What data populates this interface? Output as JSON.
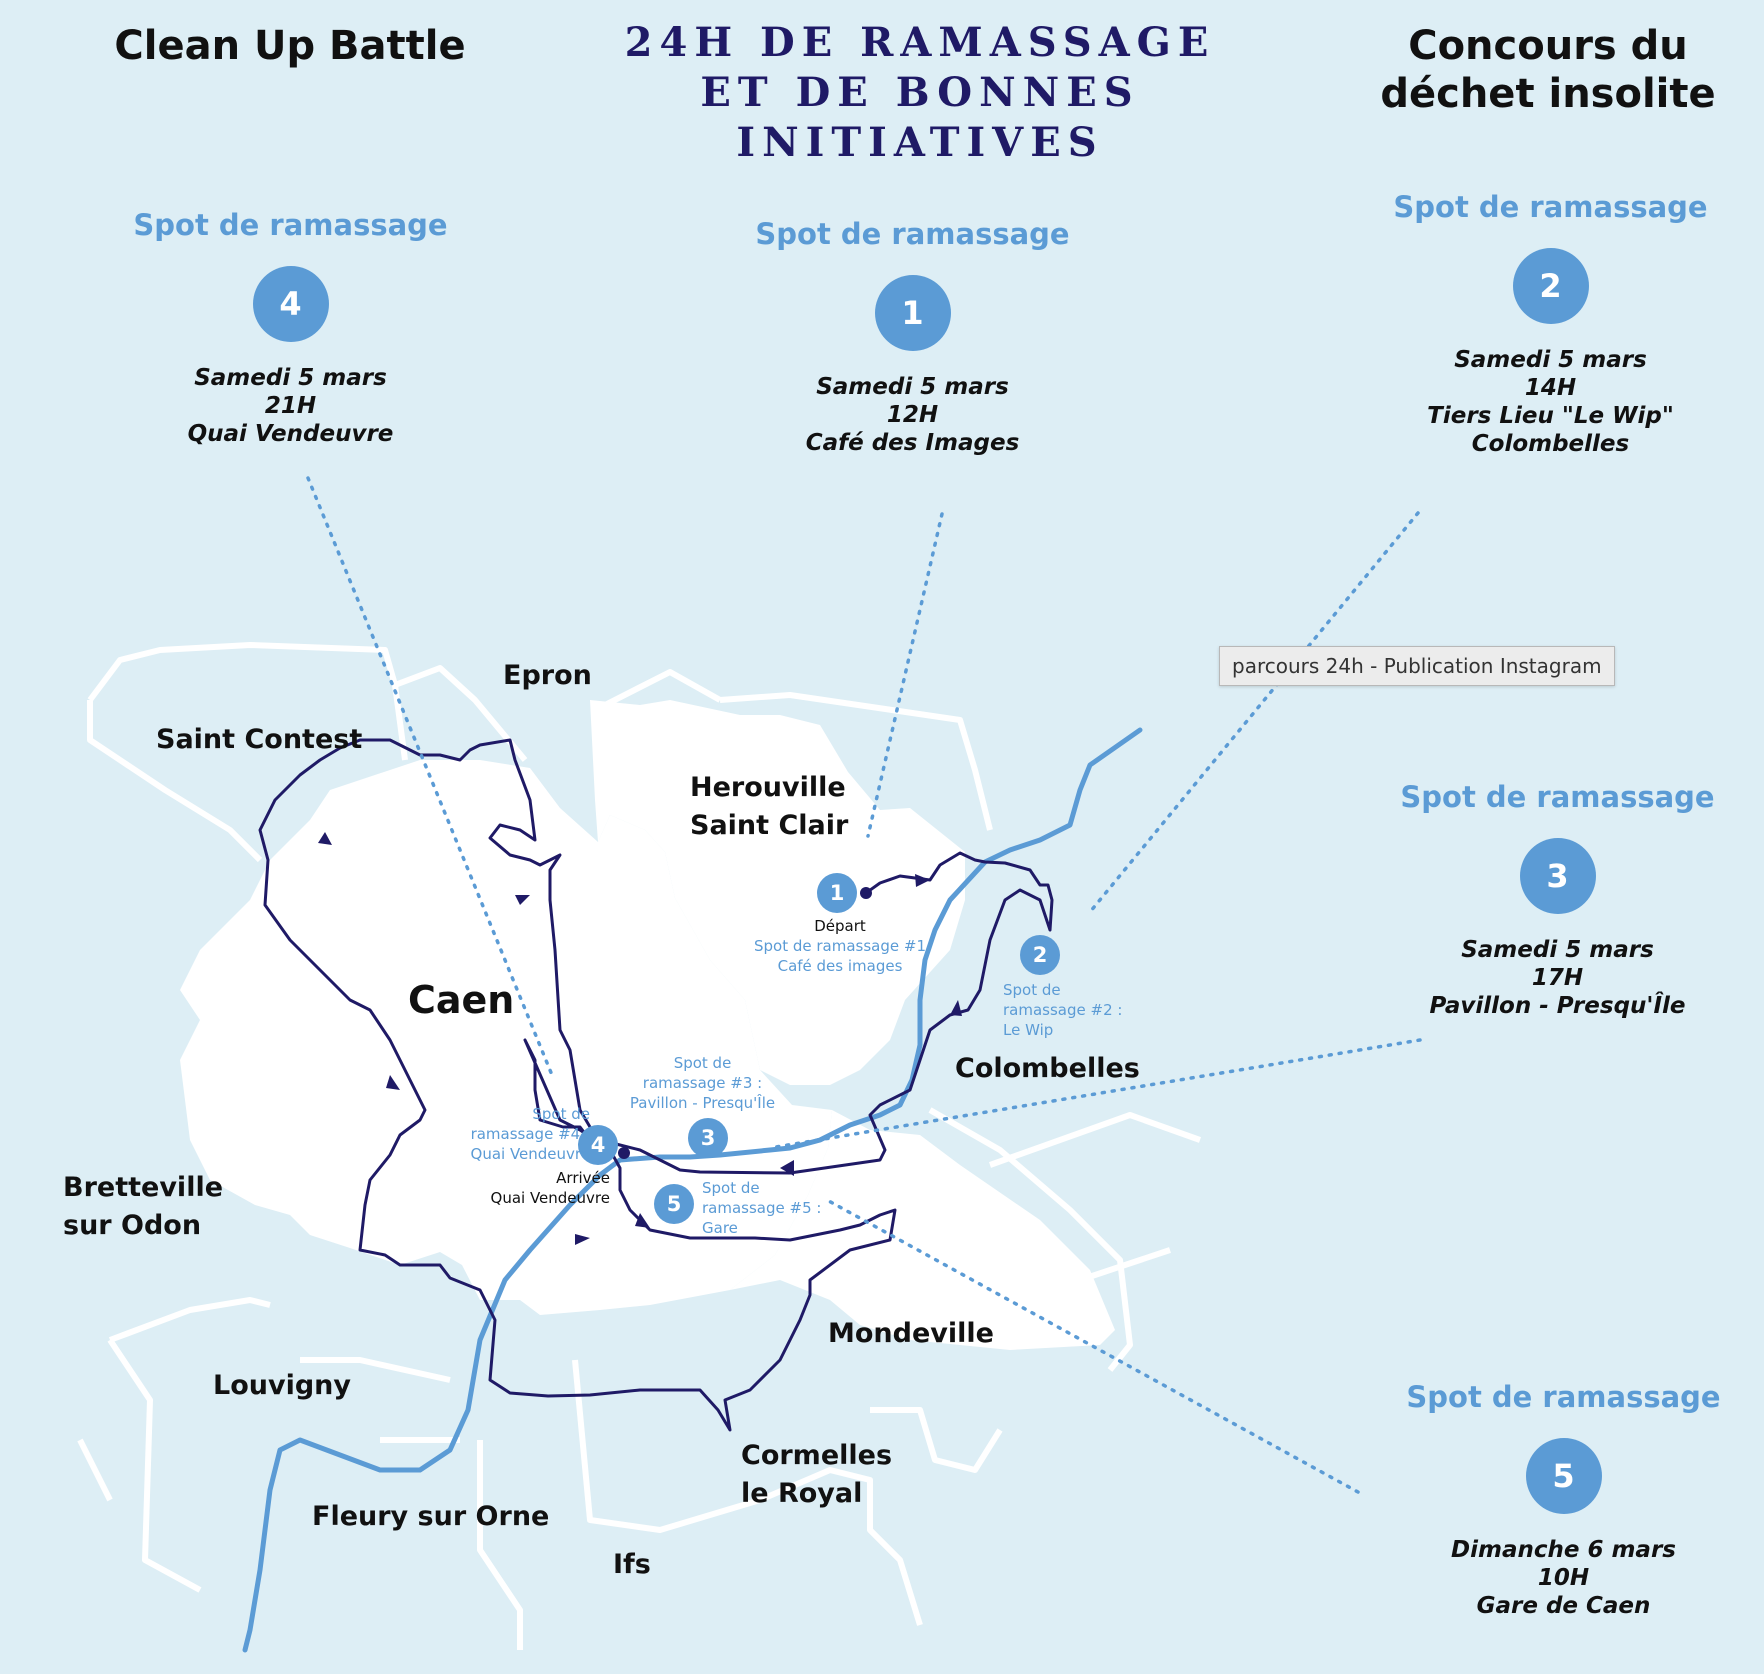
{
  "header": {
    "left": "Clean Up Battle",
    "center": [
      "24H DE RAMASSAGE",
      "ET DE BONNES",
      "INITIATIVES"
    ],
    "right": [
      "Concours du",
      "déchet insolite"
    ]
  },
  "spots": [
    {
      "num": "4",
      "title": "Spot de ramassage",
      "day": "Samedi 5 mars",
      "time": "21H",
      "place": [
        "Quai Vendeuvre"
      ]
    },
    {
      "num": "1",
      "title": "Spot de ramassage",
      "day": "Samedi 5 mars",
      "time": "12H",
      "place": [
        "Café des Images"
      ]
    },
    {
      "num": "2",
      "title": "Spot de ramassage",
      "day": "Samedi 5 mars",
      "time": "14H",
      "place": [
        "Tiers Lieu \"Le Wip\"",
        "Colombelles"
      ]
    },
    {
      "num": "3",
      "title": "Spot de ramassage",
      "day": "Samedi 5 mars",
      "time": "17H",
      "place": [
        "Pavillon - Presqu'Île"
      ]
    },
    {
      "num": "5",
      "title": "Spot de ramassage",
      "day": "Dimanche 6 mars",
      "time": "10H",
      "place": [
        "Gare de Caen"
      ]
    }
  ],
  "towns": {
    "epron": "Epron",
    "saint_contest": "Saint Contest",
    "herouville": [
      "Herouville",
      "Saint Clair"
    ],
    "caen": "Caen",
    "colombelles": "Colombelles",
    "bretteville": [
      "Bretteville",
      "sur Odon"
    ],
    "mondeville": "Mondeville",
    "louvigny": "Louvigny",
    "cormelles": [
      "Cormelles",
      "le Royal"
    ],
    "fleury": "Fleury sur Orne",
    "ifs": "Ifs"
  },
  "map_labels": {
    "m1": [
      "Départ",
      "Spot de ramassage #1",
      "Café des images"
    ],
    "m2": [
      "Spot de",
      "ramassage #2 :",
      "Le Wip"
    ],
    "m3": [
      "Spot de",
      "ramassage #3 :",
      "Pavillon - Presqu'Île"
    ],
    "m4": [
      "Spot de",
      "ramassage #4 :",
      "Quai Vendeuvre"
    ],
    "m4_arrival": [
      "Arrivée",
      "Quai Vendeuvre"
    ],
    "m5": [
      "Spot de",
      "ramassage #5 :",
      "Gare"
    ]
  },
  "tooltip": "parcours 24h - Publication Instagram",
  "colors": {
    "background": "#ddeef5",
    "route": "#1f1a66",
    "river": "#5b9bd5",
    "accent": "#5b9bd5",
    "boundaries": "#ffffff"
  }
}
